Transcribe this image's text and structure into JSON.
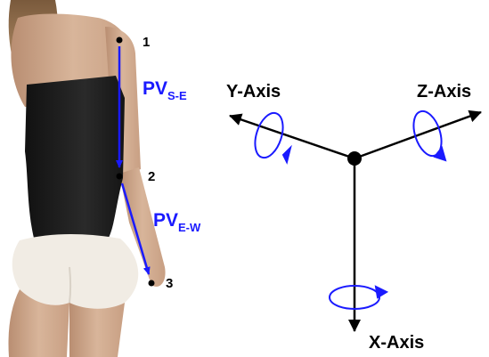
{
  "figure": {
    "points": [
      {
        "label": "1"
      },
      {
        "label": "2"
      },
      {
        "label": "3"
      }
    ],
    "vectors": {
      "se": {
        "main": "PV",
        "sub": "S-E"
      },
      "ew": {
        "main": "PV",
        "sub": "E-W"
      }
    },
    "axes": {
      "y": "Y-Axis",
      "z": "Z-Axis",
      "x": "X-Axis"
    },
    "colors": {
      "vector": "#1a1aff",
      "rotation": "#1a1aff",
      "axis": "#000000"
    },
    "icons": [
      "person-photo",
      "rotation-arrow-icon",
      "arrow-icon"
    ]
  }
}
